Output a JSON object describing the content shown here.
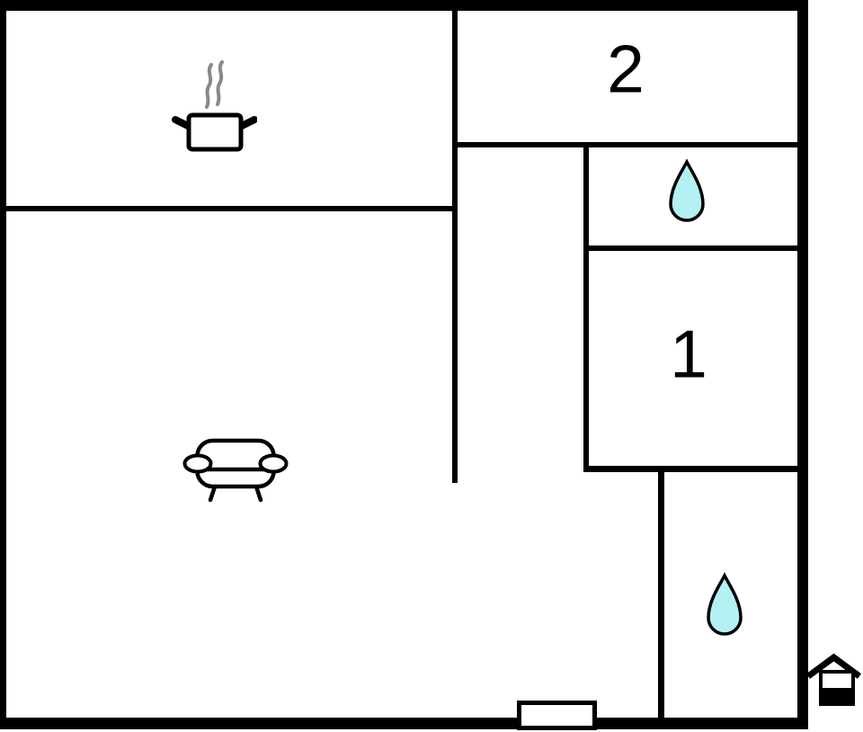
{
  "title": "apartment-floor-plan",
  "rooms": {
    "bedroom_2": {
      "label": "2"
    },
    "bedroom_1": {
      "label": "1"
    },
    "kitchen": {
      "icon": "cooking-pot-with-steam"
    },
    "living_room": {
      "icon": "sofa"
    },
    "bathroom_upper": {
      "icon": "water-drop"
    },
    "bathroom_lower": {
      "icon": "water-drop"
    }
  },
  "entrance": {
    "door": "entrance-door",
    "marker_icon": "house"
  },
  "colors": {
    "walls": "#000000",
    "background": "#ffffff",
    "water_drop_fill": "#b3f0f2",
    "water_drop_outline": "#000000",
    "steam": "#888888",
    "label_text": "#000000"
  }
}
